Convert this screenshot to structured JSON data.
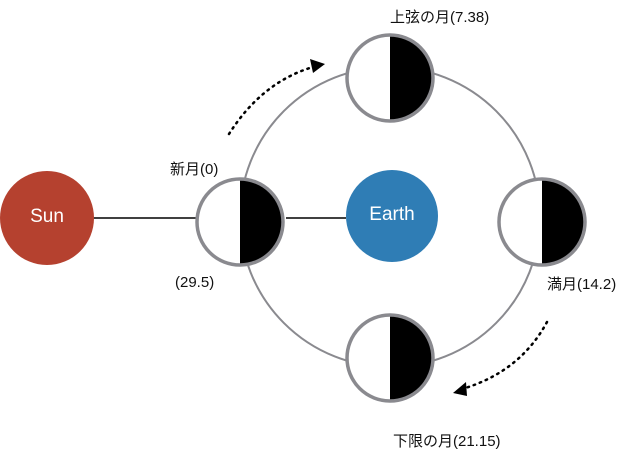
{
  "diagram": {
    "sun": {
      "label": "Sun",
      "color": "#b5412f"
    },
    "earth": {
      "label": "Earth",
      "color": "#2f7db5"
    },
    "moons": [
      {
        "phase": "new_moon",
        "label": "新月(0)",
        "label_alt": "(29.5)"
      },
      {
        "phase": "first_quarter",
        "label": "上弦の月(7.38)"
      },
      {
        "phase": "full_moon",
        "label": "満月(14.2)"
      },
      {
        "phase": "last_quarter",
        "label": "下限の月(21.15)"
      }
    ],
    "orbit_color": "#8a8a8f",
    "moon_outline_color": "#8a8a8f",
    "arrows": [
      {
        "direction": "counter-clockwise",
        "position": "upper-left"
      },
      {
        "direction": "counter-clockwise",
        "position": "lower-right"
      }
    ]
  }
}
